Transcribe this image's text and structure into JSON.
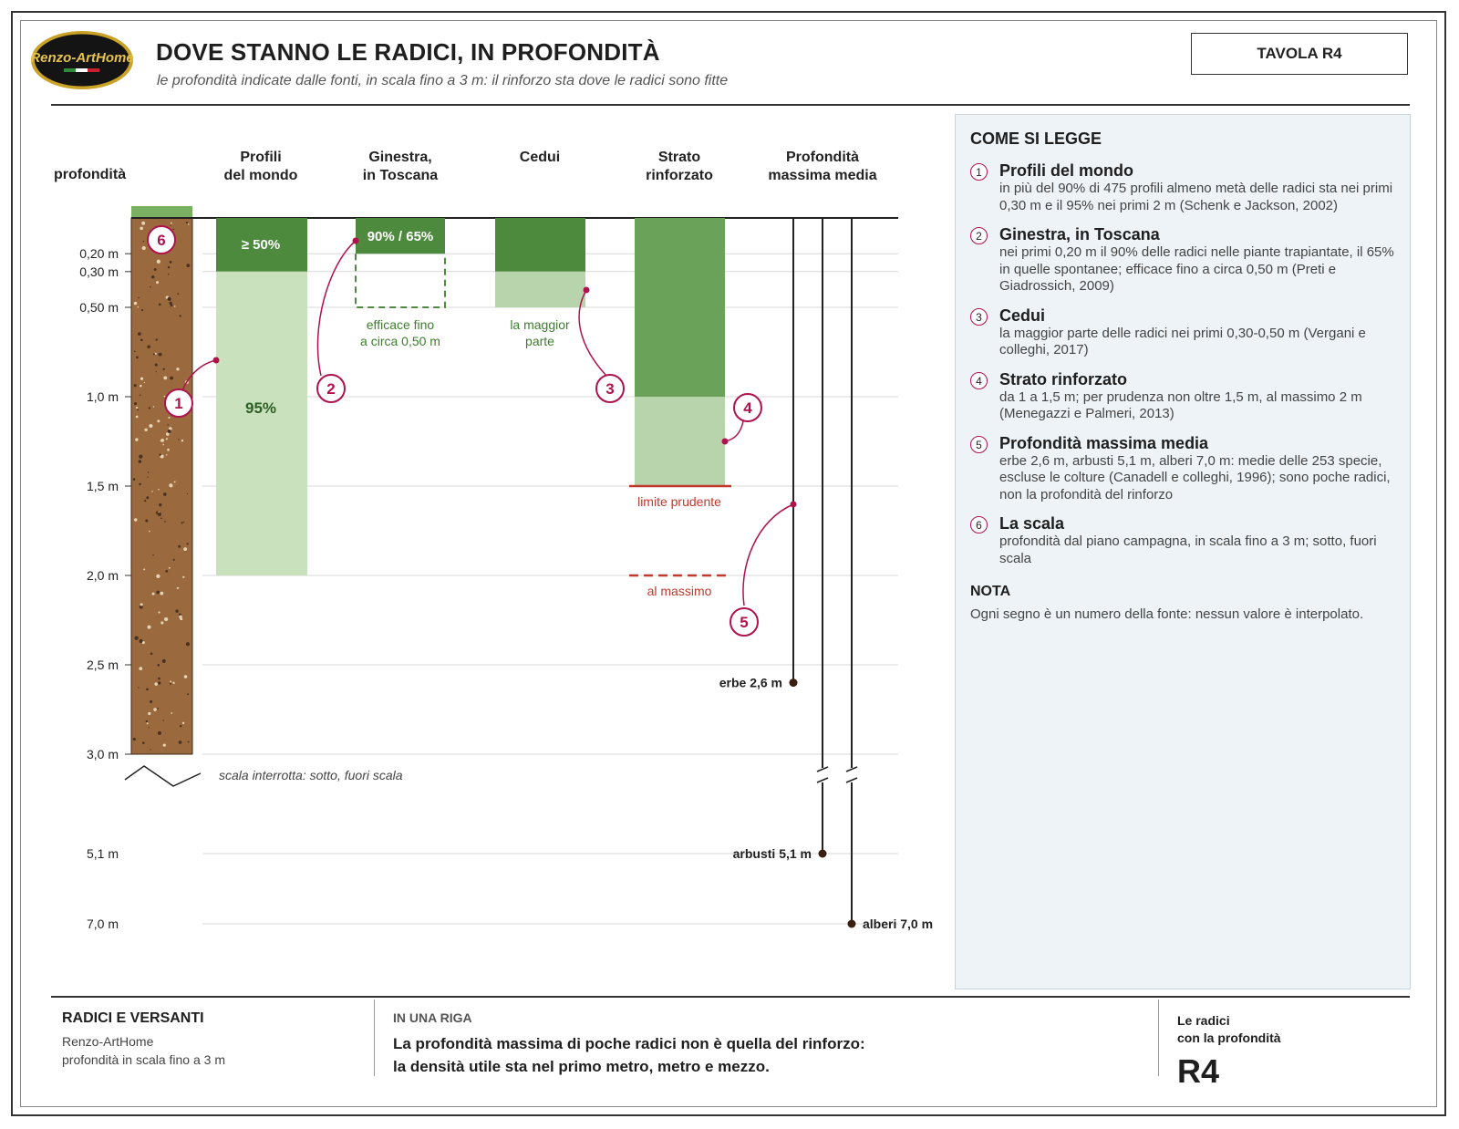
{
  "header": {
    "logo_text": "Renzo-ArtHome",
    "title": "DOVE STANNO LE RADICI, IN PROFONDITÀ",
    "subtitle": "le profondità indicate dalle fonti, in scala fino a 3 m: il rinforzo sta dove le radici sono fitte",
    "badge": "TAVOLA R4"
  },
  "colors": {
    "dark_green": "#4e8a3e",
    "mid_green": "#6aa25a",
    "light_green": "#c9e2bd",
    "pale_green": "#b8d4ac",
    "soil": "#9a6a3e",
    "grass": "#79b062",
    "accent_red": "#c0392b",
    "callout": "#b0124e"
  },
  "diagram": {
    "depth_header": "profondità",
    "columns": [
      {
        "id": "profili",
        "line1": "Profili",
        "line2": "del mondo"
      },
      {
        "id": "ginestra",
        "line1": "Ginestra,",
        "line2": "in Toscana"
      },
      {
        "id": "cedui",
        "line1": "Cedui",
        "line2": ""
      },
      {
        "id": "strato",
        "line1": "Strato",
        "line2": "rinforzato"
      },
      {
        "id": "massima",
        "line1": "Profondità",
        "line2": "massima media"
      }
    ],
    "axis_ticks": [
      {
        "v": 0.2,
        "label": "0,20 m"
      },
      {
        "v": 0.3,
        "label": "0,30 m"
      },
      {
        "v": 0.5,
        "label": "0,50 m"
      },
      {
        "v": 1.0,
        "label": "1,0 m"
      },
      {
        "v": 1.5,
        "label": "1,5 m"
      },
      {
        "v": 2.0,
        "label": "2,0 m"
      },
      {
        "v": 2.5,
        "label": "2,5 m"
      },
      {
        "v": 3.0,
        "label": "3,0 m"
      }
    ],
    "offscale_ticks": [
      {
        "v": 5.1,
        "label": "5,1 m"
      },
      {
        "v": 7.0,
        "label": "7,0 m"
      }
    ],
    "profili": {
      "upper_depth": 0.3,
      "upper_label": "≥ 50%",
      "lower_depth": 2.0,
      "lower_label": "95%"
    },
    "ginestra": {
      "bar_depth": 0.2,
      "bar_label": "90% / 65%",
      "dashed_depth": 0.5,
      "note_l1": "efficace fino",
      "note_l2": "a circa 0,50 m"
    },
    "cedui": {
      "dark_depth": 0.3,
      "light_depth": 0.5,
      "note_l1": "la maggior",
      "note_l2": "parte"
    },
    "strato": {
      "dark_depth": 1.0,
      "light_depth": 1.5,
      "limit_depth": 1.5,
      "limit_label": "limite prudente",
      "max_depth": 2.0,
      "max_label": "al massimo"
    },
    "massima": [
      {
        "v": 2.6,
        "label": "erbe 2,6 m"
      },
      {
        "v": 5.1,
        "label": "arbusti 5,1 m"
      },
      {
        "v": 7.0,
        "label": "alberi 7,0 m"
      }
    ],
    "scale_break_label": "scala interrotta: sotto, fuori scala",
    "callouts": [
      "1",
      "2",
      "3",
      "4",
      "5",
      "6"
    ]
  },
  "legend": {
    "title": "COME SI LEGGE",
    "items": [
      {
        "n": "1",
        "title": "Profili del mondo",
        "desc": "in più del 90% di 475 profili almeno metà delle radici sta nei primi 0,30 m e il 95% nei primi 2 m (Schenk e Jackson, 2002)"
      },
      {
        "n": "2",
        "title": "Ginestra, in Toscana",
        "desc": "nei primi 0,20 m il 90% delle radici nelle piante trapiantate, il 65% in quelle spontanee; efficace fino a circa 0,50 m (Preti e Giadrossich, 2009)"
      },
      {
        "n": "3",
        "title": "Cedui",
        "desc": "la maggior parte delle radici nei primi 0,30-0,50 m (Vergani e colleghi, 2017)"
      },
      {
        "n": "4",
        "title": "Strato rinforzato",
        "desc": "da 1 a 1,5 m; per prudenza non oltre 1,5 m, al massimo 2 m (Menegazzi e Palmeri, 2013)"
      },
      {
        "n": "5",
        "title": "Profondità massima media",
        "desc": "erbe 2,6 m, arbusti 5,1 m, alberi 7,0 m: medie delle 253 specie, escluse le colture (Canadell e colleghi, 1996); sono poche radici, non la profondità del rinforzo"
      },
      {
        "n": "6",
        "title": "La scala",
        "desc": "profondità dal piano campagna, in scala fino a 3 m; sotto, fuori scala"
      }
    ],
    "note_title": "NOTA",
    "note": "Ogni segno è un numero della fonte: nessun valore è interpolato."
  },
  "footer": {
    "left_title": "RADICI E VERSANTI",
    "left_line1": "Renzo-ArtHome",
    "left_line2": "profondità in scala fino a 3 m",
    "mid_title": "IN UNA RIGA",
    "mid_line1": "La profondità massima di poche radici non è quella del rinforzo:",
    "mid_line2": "la densità utile sta nel primo metro, metro e mezzo.",
    "right_line1": "Le radici",
    "right_line2": "con la profondità",
    "right_big": "R4"
  }
}
